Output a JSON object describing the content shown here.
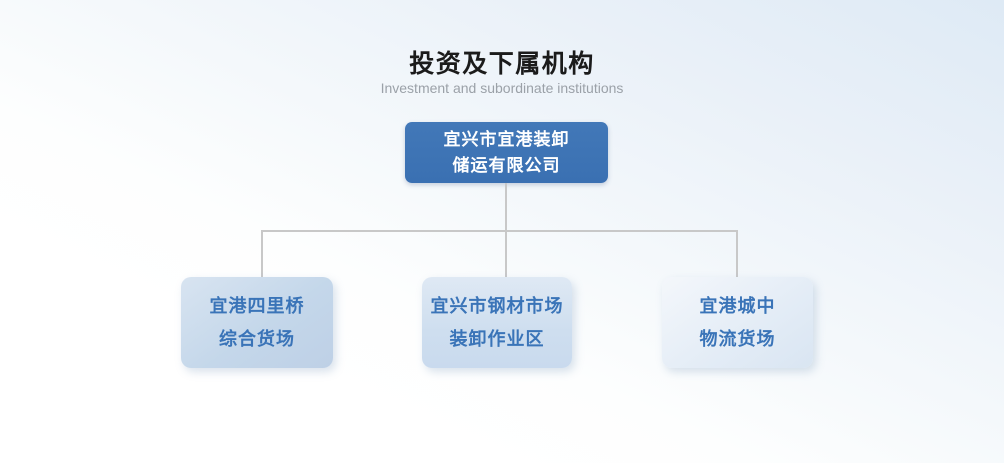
{
  "header": {
    "title_cn": "投资及下属机构",
    "title_en": "Investment and subordinate institutions"
  },
  "org": {
    "root": {
      "line1": "宜兴市宜港装卸",
      "line2": "储运有限公司"
    },
    "children": [
      {
        "line1": "宜港四里桥",
        "line2": "综合货场"
      },
      {
        "line1": "宜兴市钢材市场",
        "line2": "装卸作业区"
      },
      {
        "line1": "宜港城中",
        "line2": "物流货场"
      }
    ]
  },
  "colors": {
    "root_box_bg": "#3a72b4",
    "root_box_text": "#ffffff",
    "child_box_text": "#3a74b8",
    "child_box_bg_1": "#c4d7ea",
    "child_box_bg_2": "#cedeef",
    "child_box_bg_3": "#e3ecf6",
    "connector": "#c8c8c8",
    "page_bg_top": "#deeaf5",
    "page_bg_bottom": "#ffffff",
    "title_text": "#1b1b1b",
    "subtitle_text": "#9ba1a8"
  }
}
